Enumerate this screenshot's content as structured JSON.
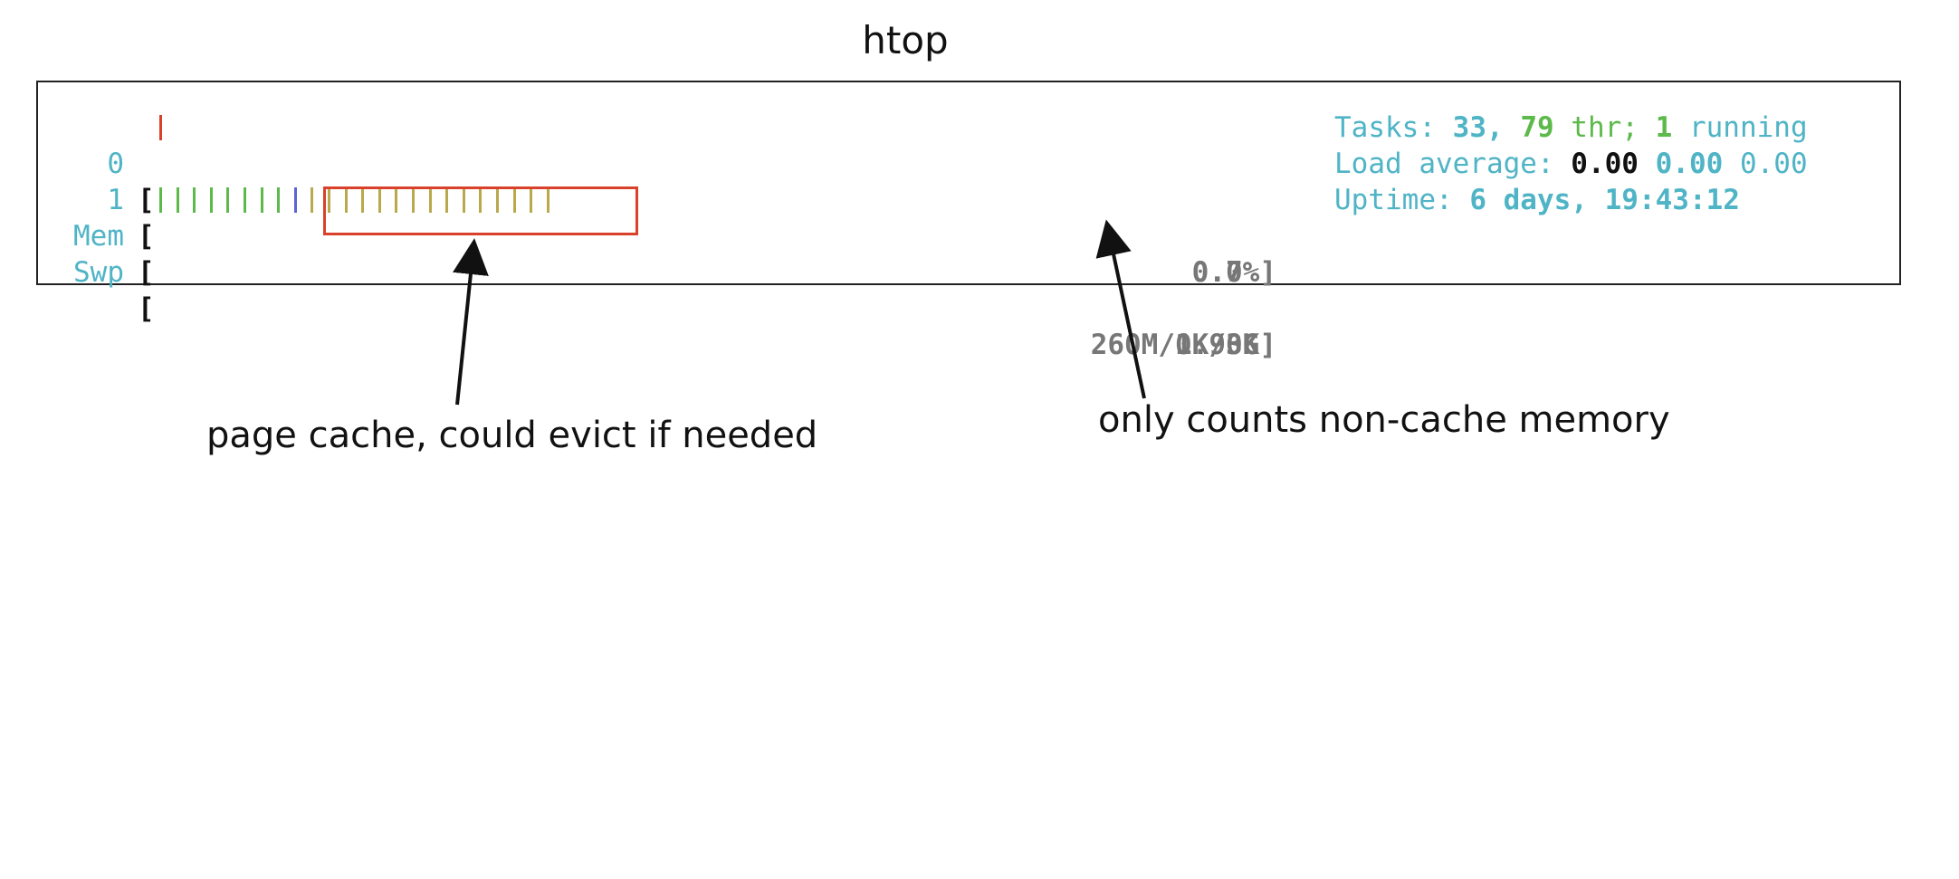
{
  "title": "htop",
  "meters": [
    {
      "label": "0",
      "value_text": "0.7%]",
      "fill": 0.007
    },
    {
      "label": "1",
      "value_text": "0.0%]",
      "fill": 0.0
    },
    {
      "label": "Mem",
      "value_text": "260M/1.93G]",
      "segments": {
        "used_green": 8,
        "buffers_blue": 1,
        "cache_yellow": 15
      }
    },
    {
      "label": "Swp",
      "value_text": "0K/0K]",
      "fill": 0.0
    }
  ],
  "bracket_open": "[",
  "stats": {
    "tasks": {
      "label": "Tasks: ",
      "tasks": "33",
      "sep": ", ",
      "threads": "79",
      "thr": " thr; ",
      "running": "1",
      "running_label": " running"
    },
    "load": {
      "label": "Load average: ",
      "one": "0.00",
      "five": "0.00",
      "fifteen": "0.00"
    },
    "uptime": {
      "label": "Uptime: ",
      "value": "6 days, 19:43:12"
    }
  },
  "annotations": {
    "page_cache": "page cache, could evict if needed",
    "non_cache": "only counts non-cache memory"
  },
  "colors": {
    "label_cyan": "#4fb4c6",
    "bar_red": "#d9412a",
    "bar_green": "#5cb94a",
    "bar_blue": "#5a63d8",
    "bar_yellow": "#b9a94c",
    "highlight": "#d9412a"
  }
}
